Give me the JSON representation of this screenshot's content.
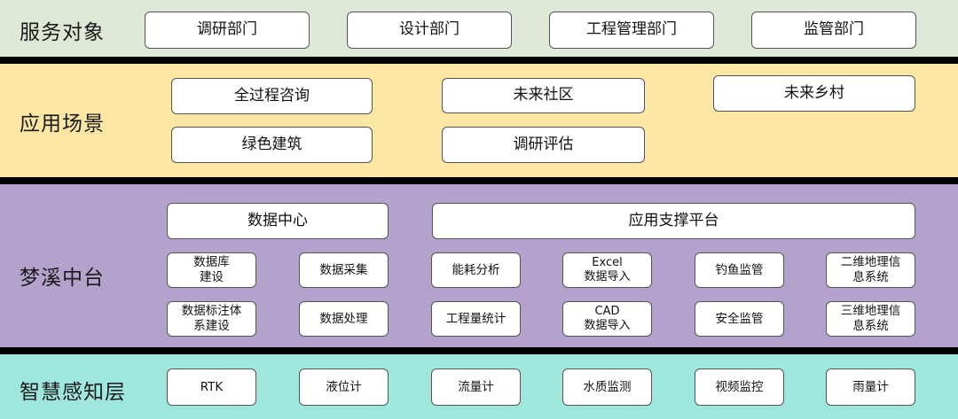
{
  "colors": {
    "service": "#dfe8d6",
    "scenario": "#fbe6a4",
    "platform": "#b3a2cc",
    "perception": "#9fe6dd",
    "separator": "#000000"
  },
  "layers": {
    "service": {
      "title": "服务对象",
      "items": [
        "调研部门",
        "设计部门",
        "工程管理部门",
        "监管部门"
      ]
    },
    "scenario": {
      "title": "应用场景",
      "items": [
        "全过程咨询",
        "未来社区",
        "未来乡村",
        "绿色建筑",
        "调研评估"
      ]
    },
    "platform": {
      "title": "梦溪中台",
      "data_center": {
        "header": "数据中心",
        "items": [
          "数据库\n建设",
          "数据采集",
          "数据标注体\n系建设",
          "数据处理"
        ]
      },
      "app_support": {
        "header": "应用支撑平台",
        "items": [
          "能耗分析",
          "Excel\n数据导入",
          "钓鱼监管",
          "二维地理信\n息系统",
          "工程量统计",
          "CAD\n数据导入",
          "安全监管",
          "三维地理信\n息系统"
        ]
      }
    },
    "perception": {
      "title": "智慧感知层",
      "items": [
        "RTK",
        "液位计",
        "流量计",
        "水质监测",
        "视频监控",
        "雨量计"
      ]
    }
  }
}
